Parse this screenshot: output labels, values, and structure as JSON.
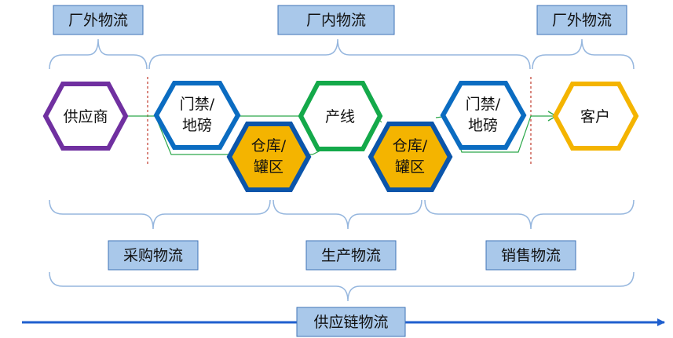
{
  "colors": {
    "label_box_fill": "#a9c8ea",
    "label_box_border": "#3f73b7",
    "brace": "#95b6de",
    "connector": "#2ca84a",
    "divider": "#c0392b",
    "arrow": "#1f5fce",
    "purple": "#7030a0",
    "blue": "#0b6cc1",
    "green": "#14a94a",
    "orange_fill": "#f4b400",
    "orange_border": "#f4b400",
    "deep_blue": "#0b55aa"
  },
  "top_labels": {
    "outside_left": "厂外物流",
    "inside": "厂内物流",
    "outside_right": "厂外物流"
  },
  "nodes": {
    "supplier": "供应商",
    "gate1_line1": "门禁/",
    "gate1_line2": "地磅",
    "store1_line1": "仓库/",
    "store1_line2": "罐区",
    "production": "产线",
    "store2_line1": "仓库/",
    "store2_line2": "罐区",
    "gate2_line1": "门禁/",
    "gate2_line2": "地磅",
    "customer": "客户"
  },
  "bottom_labels": {
    "procurement": "采购物流",
    "production": "生产物流",
    "sales": "销售物流"
  },
  "chain_label": "供应链物流"
}
